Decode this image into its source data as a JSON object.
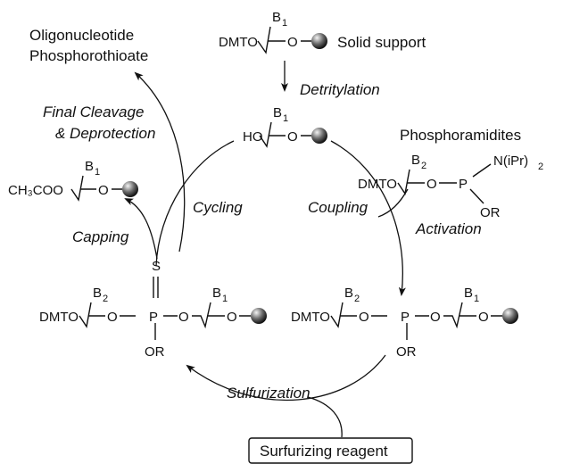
{
  "labels": {
    "product_line1": "Oligonucleotide",
    "product_line2": "Phosphorothioate",
    "solid_support": "Solid support",
    "detritylation": "Detritylation",
    "final_cleavage": "Final Cleavage",
    "deprotection": "& Deprotection",
    "phosphoramidites": "Phosphoramidites",
    "cycling": "Cycling",
    "coupling": "Coupling",
    "capping": "Capping",
    "activation": "Activation",
    "sulfurization": "Sulfurization",
    "reagent": "Surfurizing reagent"
  },
  "chem": {
    "dmto": "DMTO",
    "ho": "HO",
    "ch3coo": "CH₃COO",
    "o": "O",
    "p": "P",
    "s": "S",
    "or": "OR",
    "n_ipr": "N(iPr)",
    "sub2": "2",
    "b": "B",
    "sub1": "1"
  },
  "colors": {
    "ink": "#111111",
    "support_light": "#f4f4f4",
    "support_dark": "#111111"
  }
}
